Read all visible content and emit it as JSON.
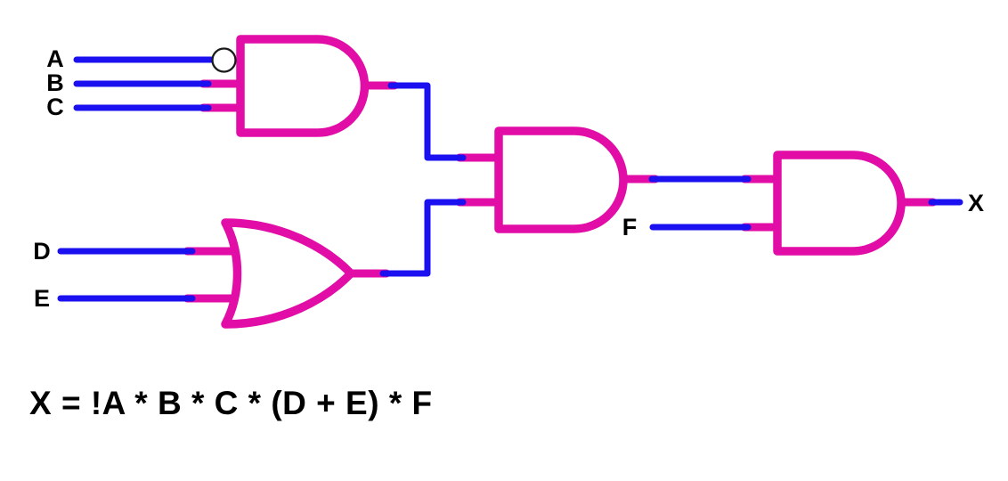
{
  "page": {
    "background": "#ffffff"
  },
  "colors": {
    "gate_outline": "#e10da6",
    "wire": "#1a10f0",
    "text": "#000000",
    "inverter_fill": "#ffffff",
    "inverter_stroke": "#1a1a1a",
    "page_background": "#ffffff"
  },
  "circuit": {
    "labels": {
      "A": "A",
      "B": "B",
      "C": "C",
      "D": "D",
      "E": "E",
      "F": "F",
      "X": "X"
    },
    "gates": [
      {
        "id": "gate-1",
        "type": "AND",
        "inputs": [
          "!A",
          "B",
          "C"
        ]
      },
      {
        "id": "gate-2",
        "type": "OR",
        "inputs": [
          "D",
          "E"
        ]
      },
      {
        "id": "gate-3",
        "type": "AND",
        "inputs": [
          "gate-1",
          "gate-2"
        ]
      },
      {
        "id": "gate-4",
        "type": "AND",
        "inputs": [
          "gate-3",
          "F"
        ],
        "output": "X"
      }
    ],
    "inverted_inputs": [
      "A"
    ],
    "formula": "X = !A * B * C * (D + E) * F"
  }
}
